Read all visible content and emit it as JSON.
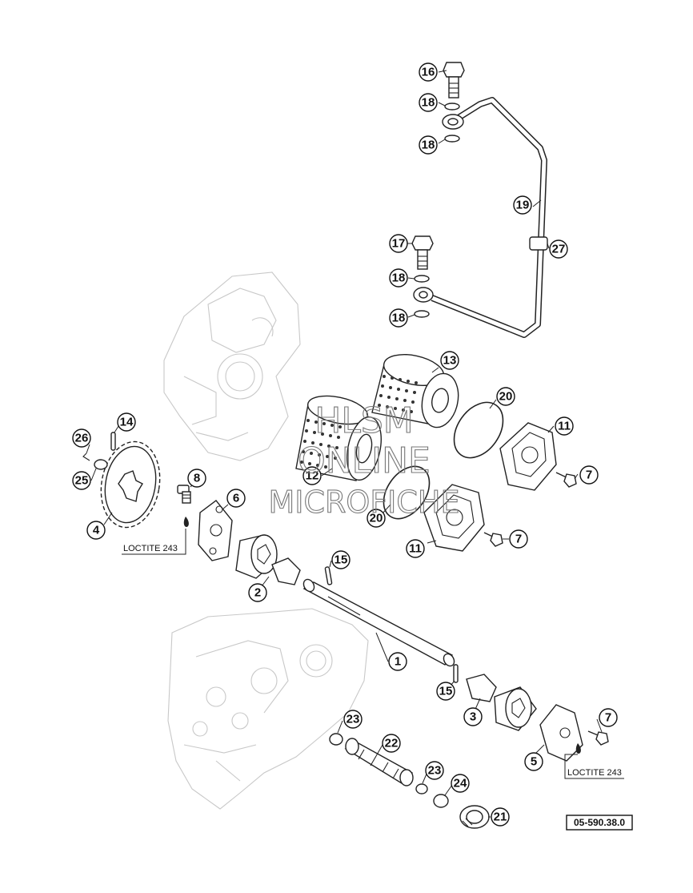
{
  "callouts": {
    "c1": "1",
    "c2": "2",
    "c3": "3",
    "c4": "4",
    "c5": "5",
    "c6": "6",
    "c7a": "7",
    "c7b": "7",
    "c7c": "7",
    "c8": "8",
    "c11a": "11",
    "c11b": "11",
    "c12": "12",
    "c13": "13",
    "c14": "14",
    "c15a": "15",
    "c15b": "15",
    "c16": "16",
    "c17": "17",
    "c18a": "18",
    "c18b": "18",
    "c18c": "18",
    "c18d": "18",
    "c19": "19",
    "c20a": "20",
    "c20b": "20",
    "c21": "21",
    "c22": "22",
    "c23a": "23",
    "c23b": "23",
    "c24": "24",
    "c25": "25",
    "c26": "26",
    "c27": "27"
  },
  "notes": {
    "loctite_left": "LOCTITE 243",
    "loctite_right": "LOCTITE 243"
  },
  "reference_code": "05-590.38.0",
  "watermark": {
    "line1": "HLSM",
    "line2": "ONLINE",
    "line3": "MICROFICHE"
  }
}
